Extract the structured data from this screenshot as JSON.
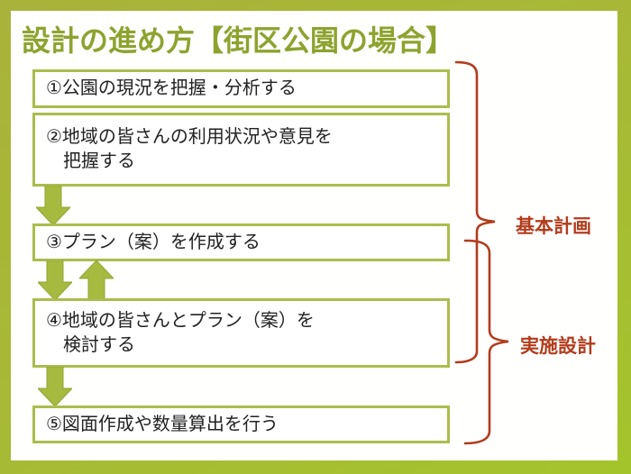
{
  "title": "設計の進め方【街区公園の場合】",
  "steps": [
    {
      "lines": [
        "①公園の現況を把握・分析する"
      ]
    },
    {
      "lines": [
        "②地域の皆さんの利用状況や意見を",
        "把握する"
      ]
    },
    {
      "lines": [
        "③プラン（案）を作成する"
      ]
    },
    {
      "lines": [
        "④地域の皆さんとプラン（案）を",
        "検討する"
      ]
    },
    {
      "lines": [
        "⑤図面作成や数量算出を行う"
      ]
    }
  ],
  "phases": [
    {
      "label": "基本計画"
    },
    {
      "label": "実施設計"
    }
  ],
  "colors": {
    "frame_green": "#a8b53a",
    "frame_green_bright": "#a4c42c",
    "title_green": "#8da32e",
    "box_border_green": "#abbc4d",
    "arrow_green": "#a6ba40",
    "brace_red": "#b23c1c",
    "text_dark": "#222222",
    "panel_white": "#fffffe"
  }
}
